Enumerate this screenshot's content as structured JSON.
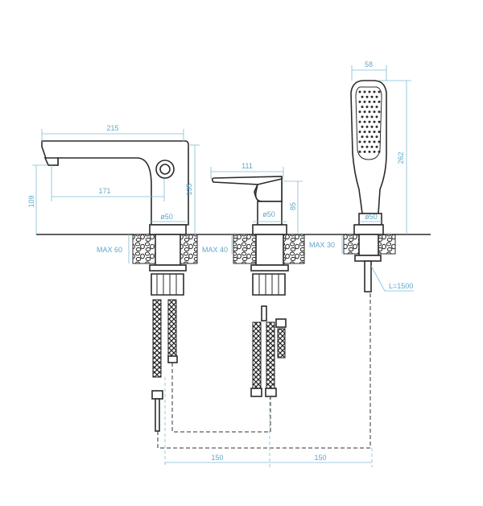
{
  "dimensions": {
    "spout_width": "215",
    "spout_reach": "171",
    "spout_height": "109",
    "spout_total_height": "135",
    "spout_diameter": "ø50",
    "deck_max_spout": "MAX 60",
    "mixer_width": "111",
    "mixer_height": "85",
    "mixer_diameter": "ø50",
    "deck_max_mixer": "MAX 40",
    "shower_width": "58",
    "shower_height": "262",
    "shower_diameter": "ø50",
    "deck_max_shower": "MAX 30",
    "hose_length": "L=1500",
    "spacing_left": "150",
    "spacing_right": "150"
  },
  "colors": {
    "dimension": "#5fa8c8",
    "outline": "#2b2b2b"
  }
}
